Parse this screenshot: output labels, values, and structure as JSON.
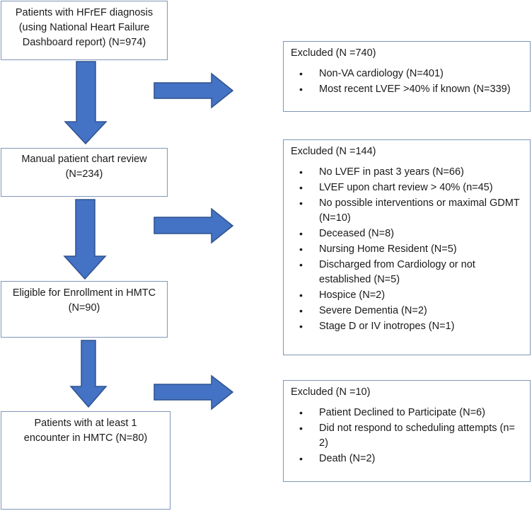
{
  "steps": [
    {
      "line1": "Patients with HFrEF diagnosis",
      "line2": "(using National Heart Failure",
      "line3": "Dashboard report) (N=974)"
    },
    {
      "line1": "Manual patient chart review",
      "line2": "(N=234)"
    },
    {
      "line1": "Eligible for Enrollment in HMTC",
      "line2": "(N=90)"
    },
    {
      "line1": "Patients with at least 1",
      "line2": "encounter in HMTC  (N=80)"
    }
  ],
  "exclusions": [
    {
      "title": "Excluded (N =740)",
      "items": [
        "Non-VA cardiology (N=401)",
        "Most recent LVEF >40% if known (N=339)"
      ]
    },
    {
      "title": "Excluded (N =144)",
      "items": [
        "No LVEF in past 3 years (N=66)",
        "LVEF upon chart review > 40% (n=45)",
        "No possible interventions or maximal GDMT (N=10)",
        "Deceased (N=8)",
        "Nursing Home Resident (N=5)",
        "Discharged from Cardiology or not established (N=5)",
        "Hospice (N=2)",
        "Severe Dementia (N=2)",
        "Stage D or IV inotropes (N=1)"
      ]
    },
    {
      "title": "Excluded (N =10)",
      "items": [
        "Patient Declined to Participate (N=6)",
        "Did not respond to scheduling attempts (n= 2)",
        "Death (N=2)"
      ]
    }
  ],
  "colors": {
    "arrow_fill": "#4472c4",
    "arrow_stroke": "#2f528f",
    "box_border": "#7f96b8"
  }
}
